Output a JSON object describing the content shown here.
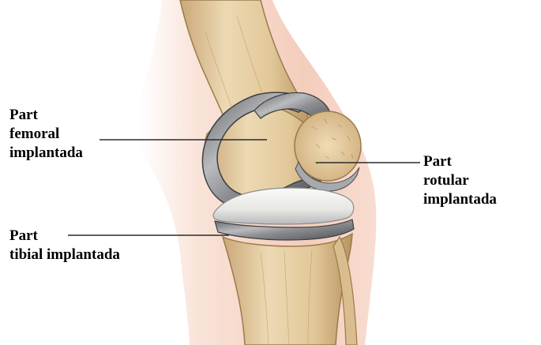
{
  "labels": {
    "femoral": {
      "line1": "Part",
      "line2": "femoral",
      "line3": "implantada"
    },
    "rotular": {
      "line1": "Part",
      "line2": "rotular",
      "line3": "implantada"
    },
    "tibial": {
      "line1": "Part",
      "line2": "tibial implantada"
    }
  },
  "colors": {
    "bone": "#e8d3a9",
    "bone_shadow": "#c9a873",
    "skin": "#f6d7c9",
    "implant_metal": "#8d8f93",
    "implant_light": "#e4e5e7",
    "poly_insert": "#f2f2ee",
    "leader_line": "#2b2b2b",
    "text": "#000000"
  }
}
